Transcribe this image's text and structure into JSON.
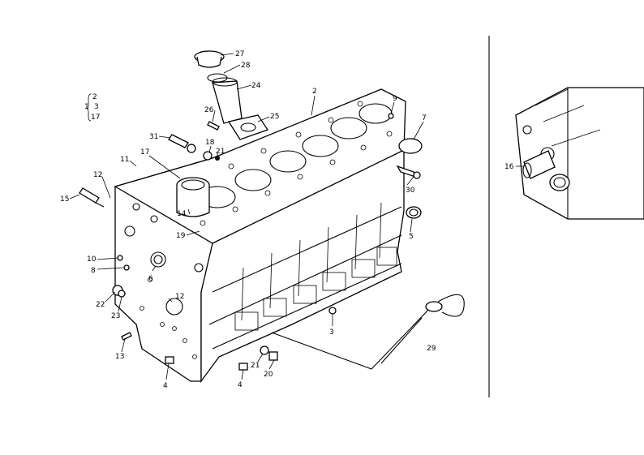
{
  "diagram": {
    "callouts": {
      "c27": "27",
      "c28": "28",
      "c24": "24",
      "c2": "2",
      "c9": "9",
      "c7": "7",
      "c26": "26",
      "c25": "25",
      "c31": "31",
      "c18": "18",
      "c21a": "21",
      "c11": "11",
      "c17": "17",
      "c12a": "12",
      "c15": "15",
      "c14": "14",
      "c19": "19",
      "c30": "30",
      "c5": "5",
      "c10": "10",
      "c8": "8",
      "c6": "6",
      "c12b": "12",
      "c22": "22",
      "c23": "23",
      "c13": "13",
      "c4a": "4",
      "c4b": "4",
      "c21b": "21",
      "c20": "20",
      "c3": "3",
      "c29": "29",
      "c16": "16"
    },
    "group_key": {
      "lead": "1",
      "top": "2",
      "mid": "3",
      "bottom": "17"
    }
  }
}
